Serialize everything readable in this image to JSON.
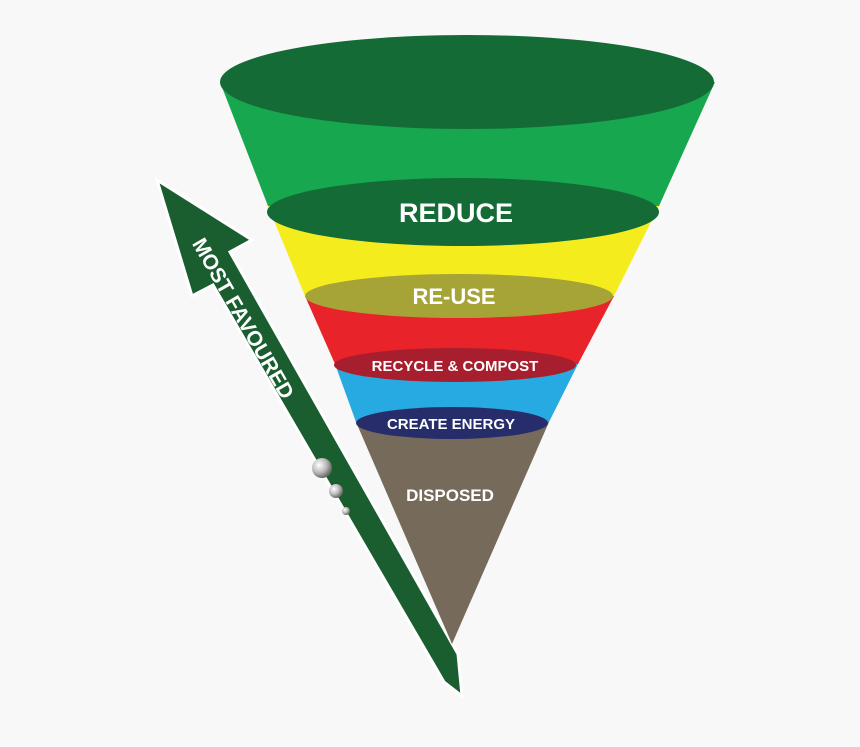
{
  "funnel": {
    "levels": [
      {
        "label": "REDUCE",
        "band_color": "#16a74f",
        "cap_color": "#146b36"
      },
      {
        "label": "RE-USE",
        "band_color": "#f5ec1e",
        "cap_color": "#a6a437"
      },
      {
        "label": "RECYCLE & COMPOST",
        "band_color": "#e8232a",
        "cap_color": "#a71f2f"
      },
      {
        "label": "CREATE ENERGY",
        "band_color": "#27a9e1",
        "cap_color": "#262d6a"
      },
      {
        "label": "DISPOSED",
        "band_color": "#766a5b"
      }
    ],
    "rim_color": "#146b36",
    "label_color": "#ffffff"
  },
  "arrow": {
    "label": "MOST FAVOURED",
    "color": "#1a5e2f",
    "outline_color": "#ffffff"
  }
}
